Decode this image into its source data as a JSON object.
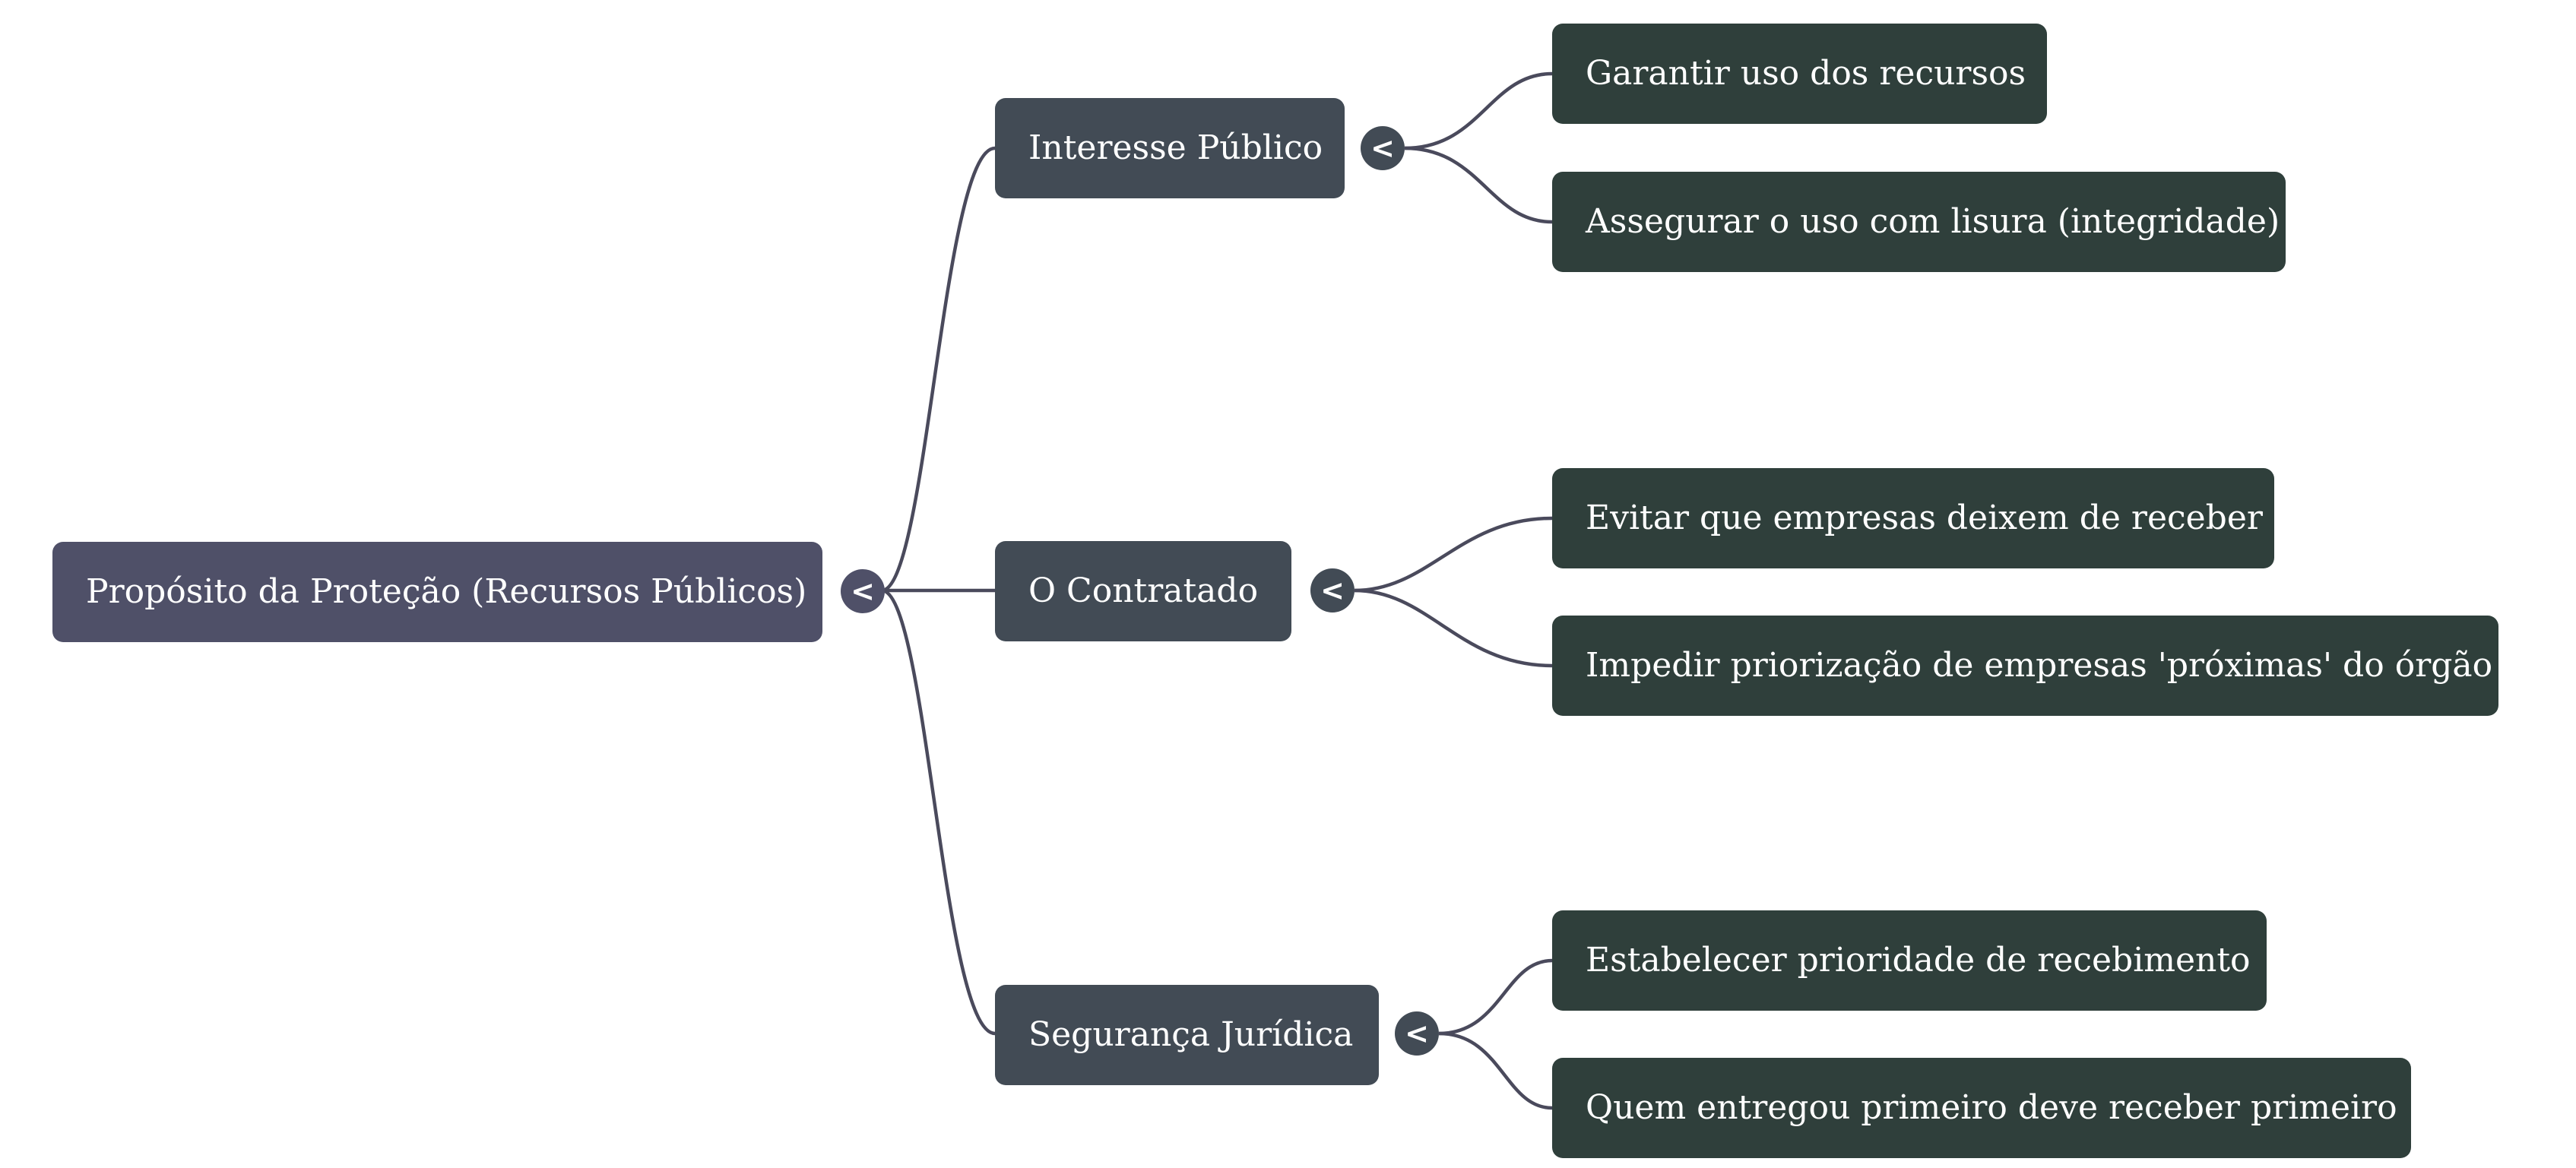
{
  "root": {
    "label": "Propósito da Proteção (Recursos Públicos)",
    "toggle": "<"
  },
  "branches": [
    {
      "label": "Interesse Público",
      "toggle": "<",
      "children": [
        {
          "label": "Garantir uso dos recursos"
        },
        {
          "label": "Assegurar o uso com lisura (integridade)"
        }
      ]
    },
    {
      "label": "O Contratado",
      "toggle": "<",
      "children": [
        {
          "label": "Evitar que empresas deixem de receber"
        },
        {
          "label": "Impedir priorização de empresas 'próximas' do órgão"
        }
      ]
    },
    {
      "label": "Segurança Jurídica",
      "toggle": "<",
      "children": [
        {
          "label": "Estabelecer prioridade de recebimento"
        },
        {
          "label": "Quem entregou primeiro deve receber primeiro"
        }
      ]
    }
  ],
  "colors": {
    "root_fill": "#4f5068",
    "branch_fill": "#424b55",
    "leaf_fill": "#2f3f3b",
    "connector": "#4a4a5c",
    "text": "#ffffff"
  }
}
